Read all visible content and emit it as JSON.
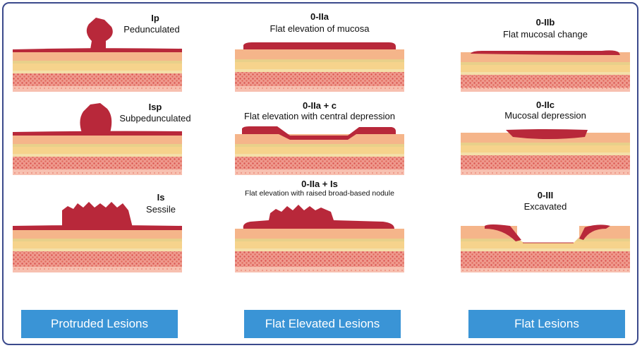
{
  "panels": [
    {
      "id": "ip",
      "code": "Ip",
      "desc": "Pedunculated"
    },
    {
      "id": "isp",
      "code": "Isp",
      "desc": "Subpedunculated"
    },
    {
      "id": "is",
      "code": "Is",
      "desc": "Sessile"
    },
    {
      "id": "iia",
      "code": "0-IIa",
      "desc": "Flat elevation of mucosa"
    },
    {
      "id": "iiac",
      "code": "0-IIa + c",
      "desc": "Flat elevation with central depression"
    },
    {
      "id": "iiais",
      "code": "0-IIa + Is",
      "desc": "Flat elevation with raised broad-based nodule"
    },
    {
      "id": "iib",
      "code": "0-IIb",
      "desc": "Flat mucosal change"
    },
    {
      "id": "iic",
      "code": "0-IIc",
      "desc": "Mucosal depression"
    },
    {
      "id": "iii",
      "code": "0-III",
      "desc": "Excavated"
    }
  ],
  "categories": [
    "Protruded Lesions",
    "Flat Elevated Lesions",
    "Flat Lesions"
  ],
  "colors": {
    "lesion": "#b8283a",
    "button": "#3a94d6",
    "border": "#3b4a8c"
  }
}
